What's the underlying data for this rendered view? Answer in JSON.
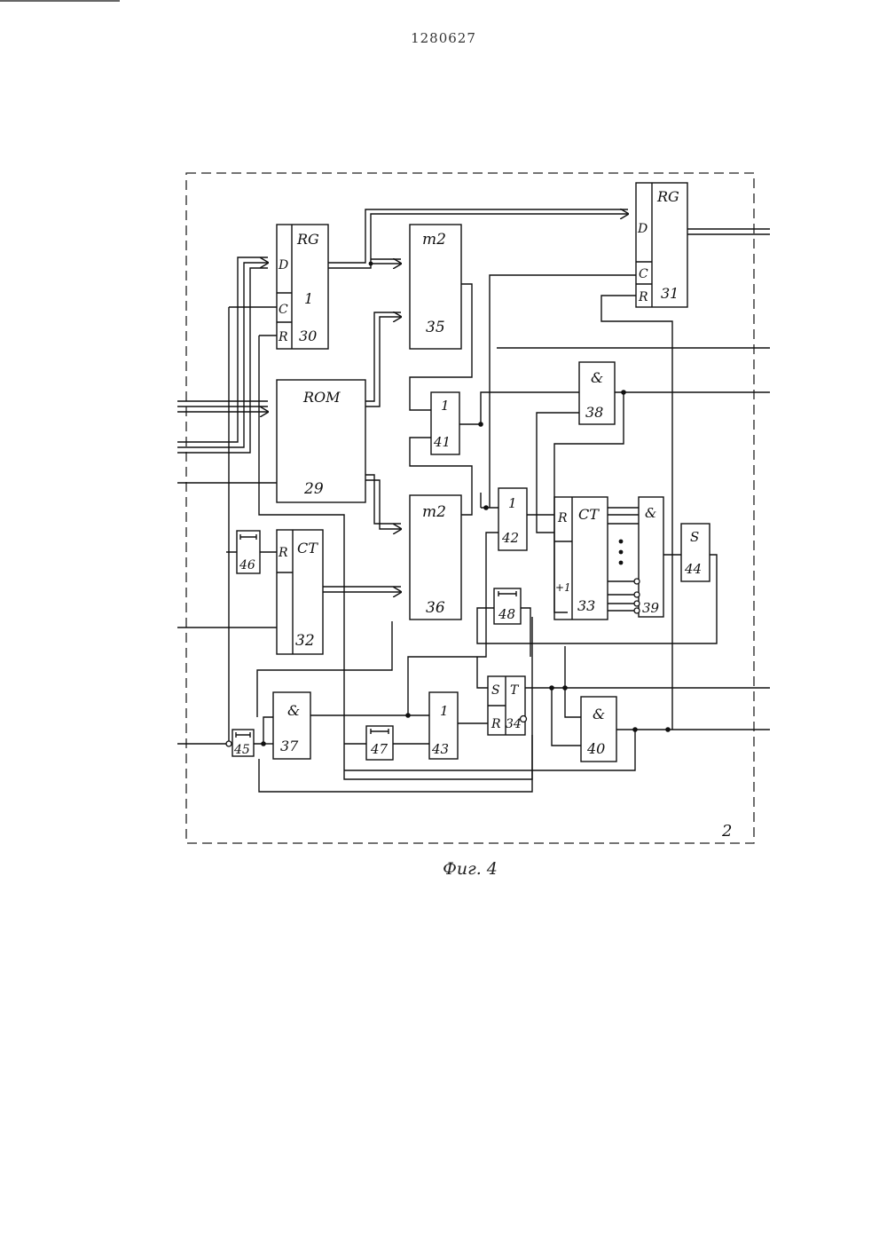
{
  "document": {
    "page_number": "1280627",
    "figure_caption": "Фиг. 4"
  },
  "diagram": {
    "unit_label": "2",
    "blocks": {
      "reg1": {
        "type": "RG",
        "number": "30",
        "inner": "1",
        "ports": [
          "D",
          "C",
          "R"
        ]
      },
      "reg2": {
        "type": "RG",
        "number": "31",
        "ports": [
          "D",
          "C",
          "R"
        ]
      },
      "rom": {
        "type": "ROM",
        "number": "29"
      },
      "xor1": {
        "type": "m2",
        "number": "35"
      },
      "xor2": {
        "type": "m2",
        "number": "36"
      },
      "counter1": {
        "type": "CT",
        "number": "32",
        "ports": [
          "R"
        ]
      },
      "counter2": {
        "type": "CT",
        "number": "33",
        "ports": [
          "R",
          "+1"
        ]
      },
      "or41": {
        "type": "1",
        "number": "41"
      },
      "or42": {
        "type": "1",
        "number": "42"
      },
      "or43": {
        "type": "1",
        "number": "43"
      },
      "and37": {
        "type": "&",
        "number": "37"
      },
      "and38": {
        "type": "&",
        "number": "38"
      },
      "and39": {
        "type": "&",
        "number": "39"
      },
      "and40": {
        "type": "&",
        "number": "40"
      },
      "trigger": {
        "type": "T",
        "number": "34",
        "ports": [
          "S",
          "R"
        ]
      },
      "sum44": {
        "type": "S",
        "number": "44"
      },
      "pulse45": {
        "number": "45"
      },
      "pulse46": {
        "number": "46"
      },
      "pulse47": {
        "number": "47"
      },
      "pulse48": {
        "number": "48"
      }
    }
  }
}
